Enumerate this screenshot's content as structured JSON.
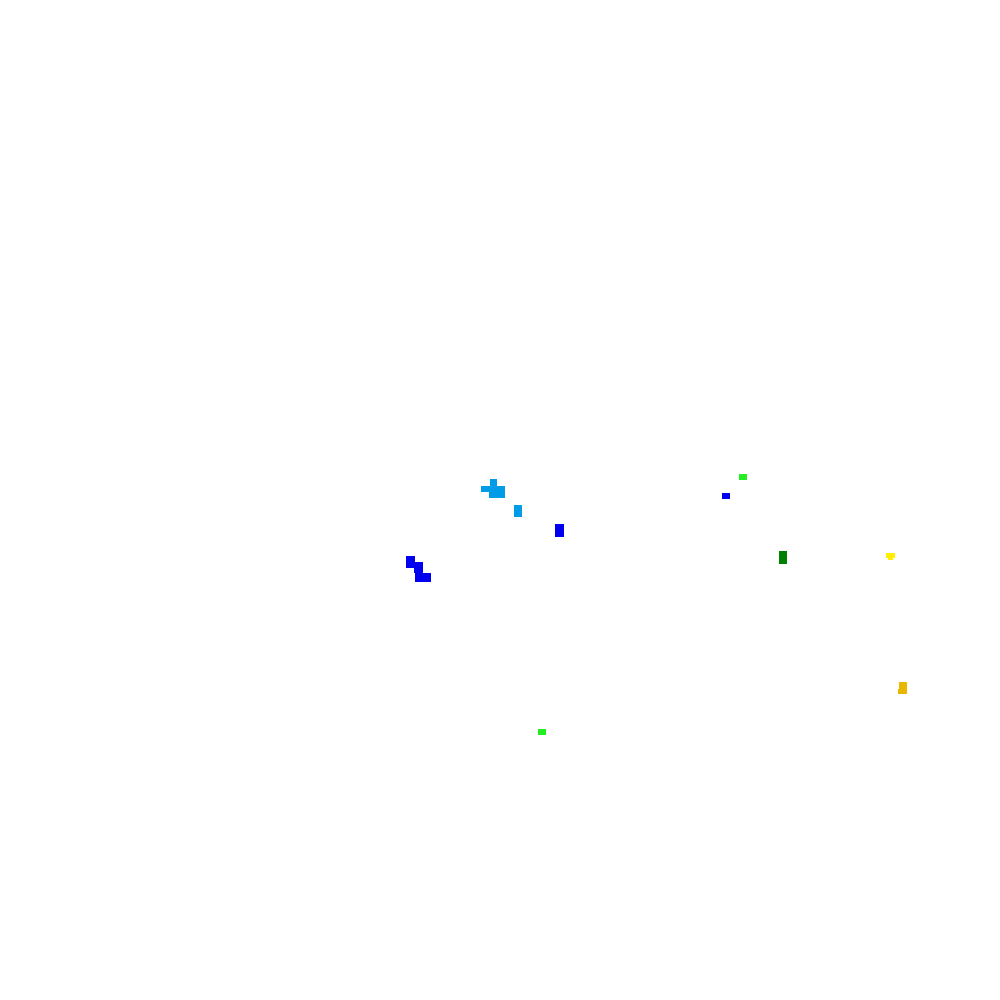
{
  "palette": {
    "background": "#ffffff",
    "sky_blue": "#009ce8",
    "blue": "#0000ee",
    "bright_green": "#22ee22",
    "dark_green": "#008000",
    "yellow": "#ffee00",
    "gold": "#e8b800"
  },
  "entities": [
    {
      "kind": "pixel-cluster",
      "color_key": "sky_blue"
    },
    {
      "kind": "pixel-cluster",
      "color_key": "sky_blue"
    },
    {
      "kind": "pixel-cluster",
      "color_key": "blue"
    },
    {
      "kind": "pixel-cluster",
      "color_key": "blue"
    },
    {
      "kind": "pixel-cluster",
      "color_key": "blue"
    },
    {
      "kind": "pixel-cluster",
      "color_key": "bright_green"
    },
    {
      "kind": "pixel-cluster",
      "color_key": "bright_green"
    },
    {
      "kind": "pixel-cluster",
      "color_key": "dark_green"
    },
    {
      "kind": "pixel-cluster",
      "color_key": "yellow"
    },
    {
      "kind": "pixel-cluster",
      "color_key": "gold"
    }
  ]
}
